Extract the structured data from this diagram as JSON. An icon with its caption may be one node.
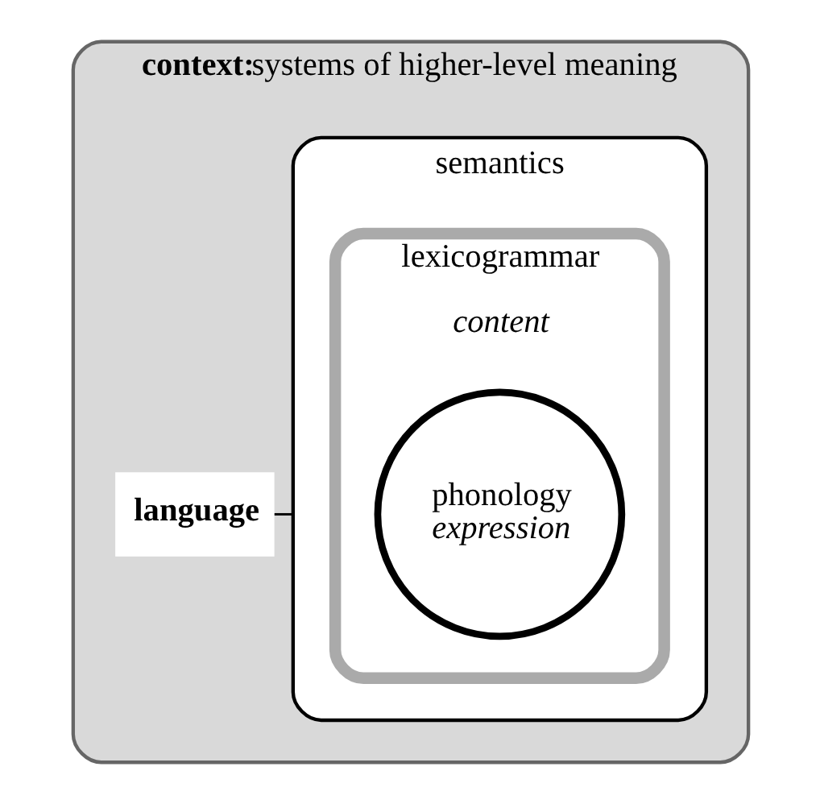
{
  "diagram": {
    "nodes": [
      {
        "text": [
          "context:",
          "systems of higher-level meaning"
        ]
      },
      {
        "text": [
          "semantics"
        ],
        "in": 0
      },
      {
        "text": [
          "lexicogrammar",
          "content"
        ],
        "in": 1
      },
      {
        "text": [
          "phonology",
          "expression"
        ],
        "in": 2
      },
      {
        "text": [
          "language"
        ],
        "in": 0
      }
    ],
    "edges": [
      {
        "from": 4,
        "to": 1,
        "arrow": "none"
      }
    ]
  }
}
